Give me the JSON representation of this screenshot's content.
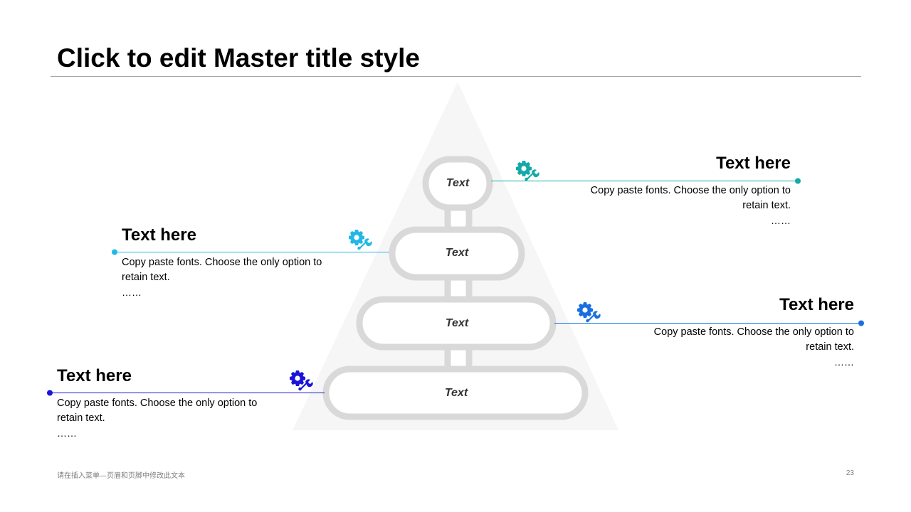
{
  "slide": {
    "title": "Click to edit Master title style",
    "footer_text": "请在插入菜单—页眉和页脚中修改此文本",
    "page_number": "23"
  },
  "pyramid": {
    "levels": [
      {
        "label": "Text"
      },
      {
        "label": "Text"
      },
      {
        "label": "Text"
      },
      {
        "label": "Text"
      }
    ]
  },
  "callouts": [
    {
      "heading": "Text here",
      "body": "Copy paste fonts. Choose the only option to retain text.",
      "ellipsis": "……",
      "color": "#14a8a8",
      "icon": "gear-wrench-icon"
    },
    {
      "heading": "Text here",
      "body": "Copy paste fonts. Choose the only option to retain text.",
      "ellipsis": "……",
      "color": "#22b8e6",
      "icon": "gear-wrench-icon"
    },
    {
      "heading": "Text here",
      "body": "Copy paste fonts. Choose the only option to retain text.",
      "ellipsis": "……",
      "color": "#1a6fe0",
      "icon": "gear-wrench-icon"
    },
    {
      "heading": "Text here",
      "body": "Copy paste fonts. Choose the only option to retain text.",
      "ellipsis": "……",
      "color": "#1a14d8",
      "icon": "gear-wrench-icon"
    }
  ]
}
